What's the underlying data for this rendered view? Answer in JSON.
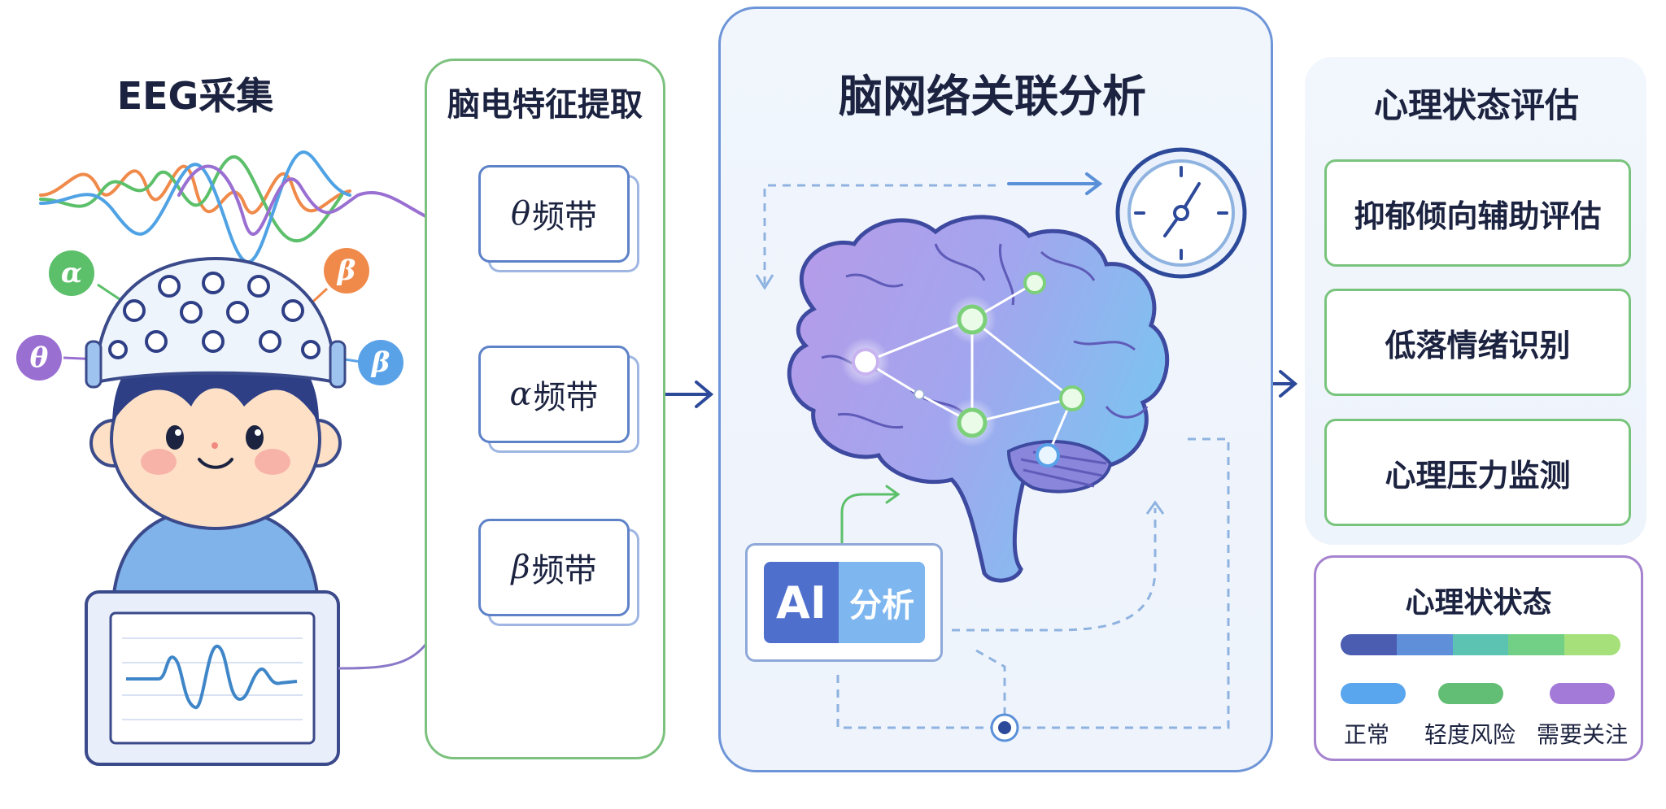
{
  "columns": {
    "acquisition": {
      "title": "EEG采集"
    },
    "feature": {
      "title": "脑电特征提取",
      "bands": [
        {
          "symbol": "θ",
          "suffix": "频带"
        },
        {
          "symbol": "α",
          "suffix": "频带"
        },
        {
          "symbol": "β",
          "suffix": "频带"
        }
      ]
    },
    "network": {
      "title": "脑网络关联分析",
      "ai_left": "AI",
      "ai_right": "分析"
    },
    "assessment": {
      "title": "心理状态评估",
      "items": [
        "抑郁倾向辅助评估",
        "低落情绪识别",
        "心理压力监测"
      ]
    },
    "state": {
      "title": "心理状状态",
      "legend": [
        {
          "label": "正常",
          "color": "#5aa6ee"
        },
        {
          "label": "轻度风险",
          "color": "#62be74"
        },
        {
          "label": "需要关注",
          "color": "#a37ad8"
        }
      ],
      "spectrum_colors": [
        "#4a5db0",
        "#5f8fd8",
        "#5cc2b2",
        "#72cf86",
        "#a6e07a"
      ]
    }
  },
  "electrode_badges": [
    {
      "symbol": "α",
      "color": "#5cbf6a"
    },
    {
      "symbol": "β",
      "color": "#f08a4a"
    },
    {
      "symbol": "θ",
      "color": "#9a6fd2"
    },
    {
      "symbol": "β",
      "color": "#5aa2e8"
    }
  ],
  "colors": {
    "green_accent": "#7cc27e",
    "blue_accent": "#6e95d8",
    "purple_accent": "#a683cf",
    "arrow": "#2d4a9a"
  }
}
